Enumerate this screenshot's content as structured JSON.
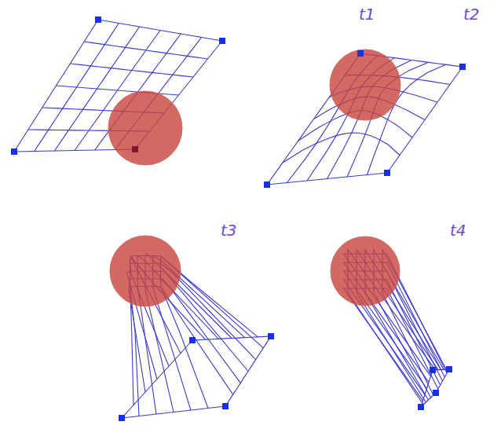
{
  "diagram": {
    "labels": [
      "t1",
      "t2",
      "t3",
      "t4"
    ]
  }
}
